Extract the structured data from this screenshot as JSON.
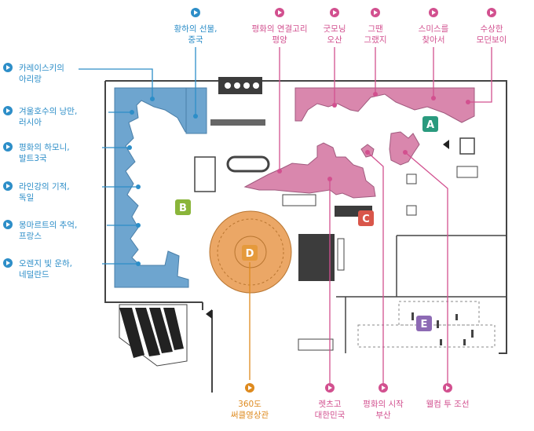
{
  "zones": {
    "a": "A",
    "b": "B",
    "c": "C",
    "d": "D",
    "e": "E"
  },
  "colors": {
    "blue_zone": "#6ea5cf",
    "blue_text": "#2d8ec8",
    "pink_zone": "#d987ad",
    "pink_text": "#d2508f",
    "orange_zone": "#eba766",
    "orange_text": "#de8a1e",
    "badge_a": "#2a9a7e",
    "badge_b": "#8ab53a",
    "badge_c": "#d9564a",
    "badge_d": "#e59a3c",
    "badge_e": "#8d6ab4",
    "wall": "#444444"
  },
  "labels": {
    "left": [
      {
        "l1": "카레이스키의",
        "l2": "아리랑"
      },
      {
        "l1": "겨울호수의 낭만,",
        "l2": "러시아"
      },
      {
        "l1": "평화의 하모니,",
        "l2": "발트3국"
      },
      {
        "l1": "라인강의 기적,",
        "l2": "독일"
      },
      {
        "l1": "몽마르트의 추억,",
        "l2": "프랑스"
      },
      {
        "l1": "오렌지 빛 운하,",
        "l2": "네덜란드"
      }
    ],
    "top": [
      {
        "l1": "황하의 선물,",
        "l2": "중국"
      },
      {
        "l1": "평화의 연결고리",
        "l2": "평양"
      },
      {
        "l1": "굿모닝",
        "l2": "오산"
      },
      {
        "l1": "그땐",
        "l2": "그랬지"
      },
      {
        "l1": "스미스를",
        "l2": "찾아서"
      },
      {
        "l1": "수상한",
        "l2": "모던보이"
      }
    ],
    "bottom": [
      {
        "l1": "360도",
        "l2": "써클영상관"
      },
      {
        "l1": "렛츠고",
        "l2": "대한민국"
      },
      {
        "l1": "평화의 시작",
        "l2": "부산"
      },
      {
        "l1": "웰컴 투 조선",
        "l2": ""
      }
    ]
  }
}
